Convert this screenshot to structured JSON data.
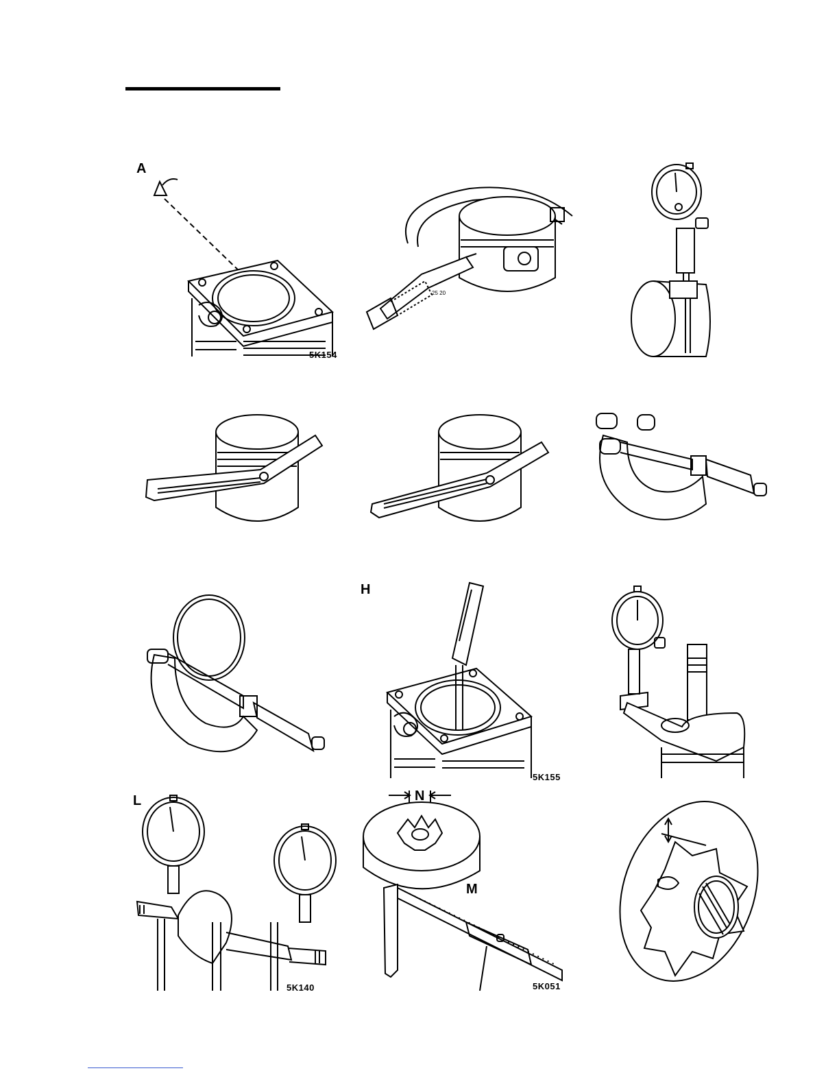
{
  "figure_letters": {
    "a": "A",
    "h": "H",
    "l": "L",
    "m": "M",
    "n": "N"
  },
  "figure_codes": {
    "a": "5K154",
    "h": "5K155",
    "l": "5K140",
    "mn": "5K051"
  }
}
